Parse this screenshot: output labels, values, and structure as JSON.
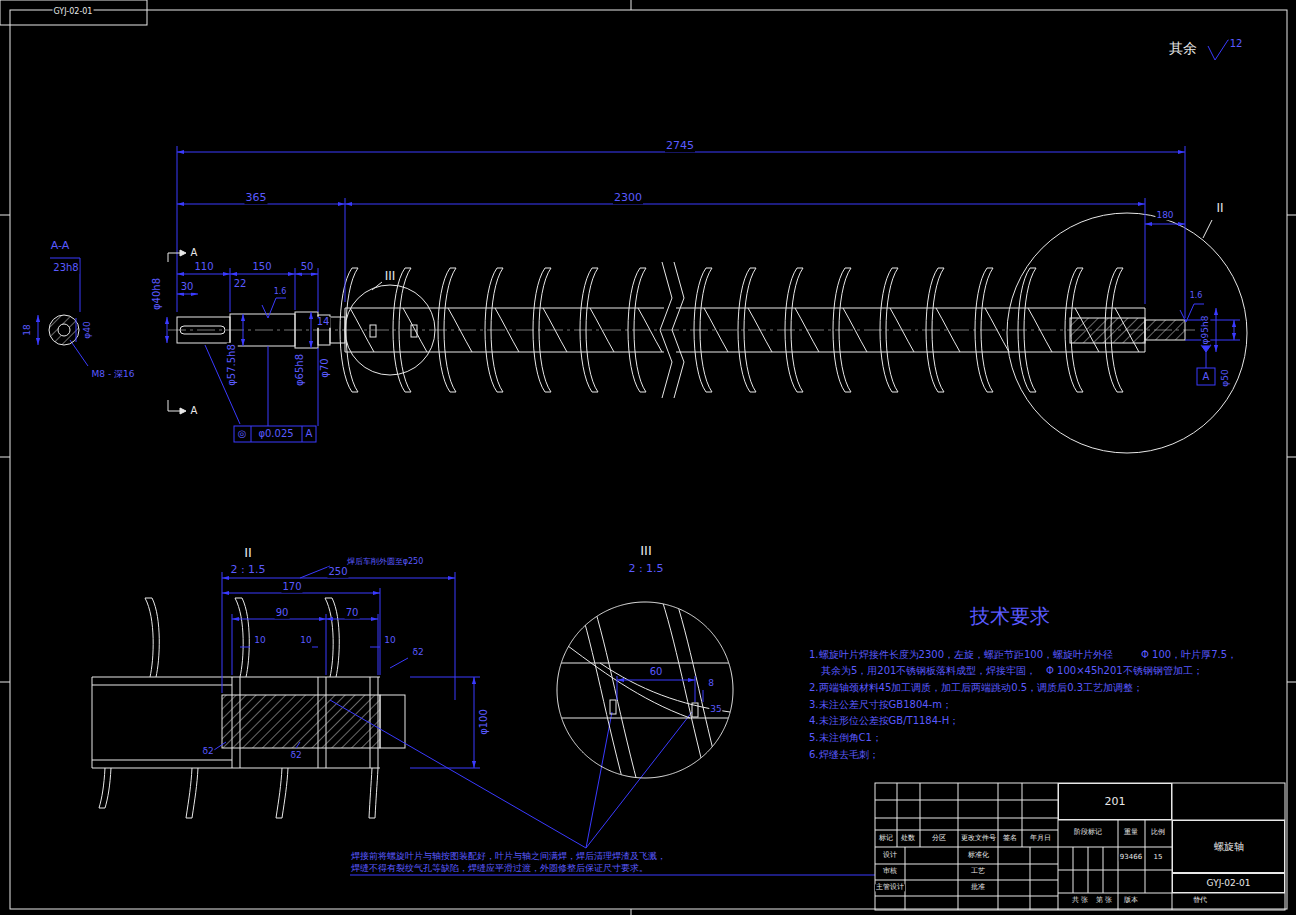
{
  "diagram": {
    "nodes": [
      {
        "text": [
          "201"
        ]
      },
      {
        "text": [
          "螺旋轴"
        ]
      },
      {
        "text": [
          "GYJ-02-01"
        ]
      }
    ],
    "labels": [
      "其余",
      "12",
      "2745",
      "365",
      "2300",
      "110",
      "150",
      "50",
      "30",
      "22",
      "1.6",
      "14",
      "φ40h8",
      "φ57.5h8",
      "φ65h8",
      "φ70",
      "A-A",
      "23h8",
      "18",
      "φ40",
      "M8 - 深16",
      "A",
      "A",
      "◎",
      "φ0.025",
      "A",
      "III",
      "II",
      "180",
      "1.6",
      "φ95h8",
      "φ50",
      "A",
      "II",
      "2 : 1.5",
      "170",
      "250",
      "90",
      "70",
      "10",
      "10",
      "10",
      "φ100",
      "δ2",
      "δ2",
      "δ2",
      "焊后车削外圆至φ250",
      "III",
      "2 : 1.5",
      "60",
      "8",
      "35",
      "技术要求",
      "1.螺旋叶片焊接件长度为2300，左旋，螺距节距100，螺旋叶片外径",
      "Φ 100，叶片厚7.5，",
      "其余为5，用201不锈钢板落料成型，焊接牢固，",
      "Φ 100×45h201不锈钢钢管加工；",
      "2.两端轴颈材料45加工调质，加工后两端跳动0.5，调质后0.3工艺加调整；",
      "3.未注公差尺寸按GB1804-m；",
      "4.未注形位公差按GB/T1184-H；",
      "5.未注倒角C1；",
      "6.焊缝去毛刺；",
      "焊接前将螺旋叶片与轴按图装配好，叶片与轴之间满焊，焊后清理焊渣及飞溅，",
      "焊缝不得有裂纹气孔等缺陷，焊缝应平滑过渡，外圆修整后保证尺寸要求。",
      "标记",
      "处数",
      "分区",
      "更改文件号",
      "签名",
      "年月日",
      "设计",
      "标准化",
      "审核",
      "工艺",
      "主管设计",
      "批准",
      "阶段标记",
      "重量",
      "比例",
      "93466",
      "15",
      "共 张",
      "第 张",
      "版本",
      "替代",
      "GYJ-02-01"
    ]
  }
}
